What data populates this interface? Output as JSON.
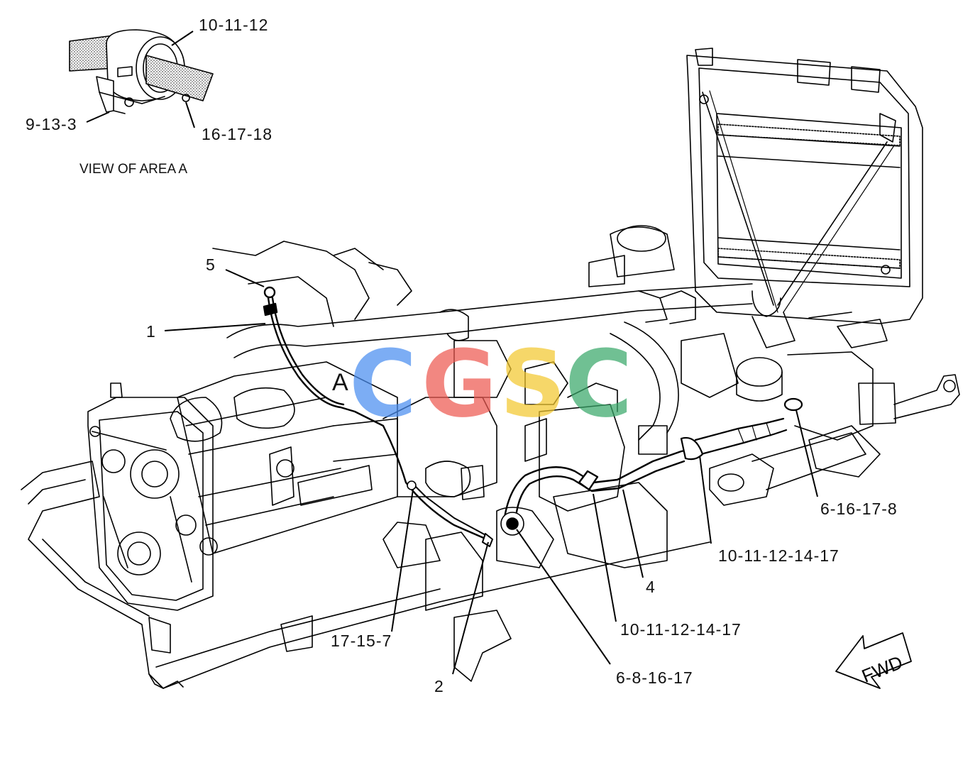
{
  "inset": {
    "caption": "VIEW OF AREA A",
    "callouts": {
      "clip": "10-11-12",
      "bracket": "9-13-3",
      "bolt": "16-17-18"
    }
  },
  "area_marker": "A",
  "callouts": {
    "c5": "5",
    "c1": "1",
    "c6_16_17_8": "6-16-17-8",
    "c10_11_12_14_17_right": "10-11-12-14-17",
    "c4": "4",
    "c10_11_12_14_17_mid": "10-11-12-14-17",
    "c17_15_7": "17-15-7",
    "c2": "2",
    "c6_8_16_17": "6-8-16-17"
  },
  "direction_arrow": "FWD",
  "watermark": {
    "letters": [
      "C",
      "G",
      "S",
      "C"
    ],
    "colors": [
      "#4a8ef0",
      "#ee5a52",
      "#f3c830",
      "#3aa86a"
    ]
  }
}
